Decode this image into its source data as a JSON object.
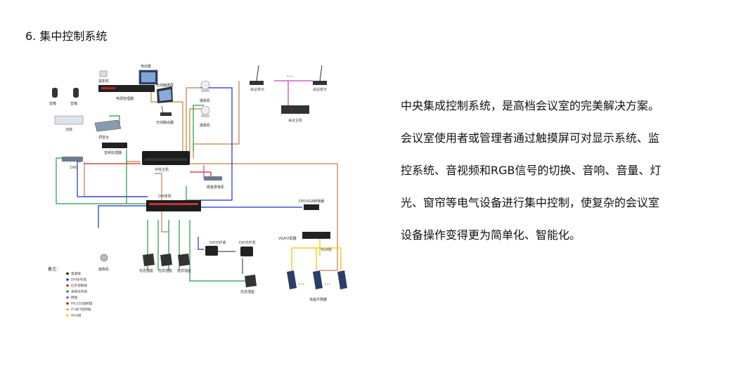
{
  "heading": "6. 集中控制系统",
  "description": [
    "中央集成控制系统，是高档会议室的完美解决方案。",
    "会议室使用者或管理者通过触摸屏可对显示系统、监",
    "控系统、音视频和RGB信号的切换、音响、音量、灯",
    "光、窗帘等电气设备进行集中控制，使复杂的会议室",
    "设备操作变得更为简单化、智能化。"
  ],
  "diagram": {
    "labels": {
      "projector_screen": "电动幕",
      "projector": "投影机",
      "power_manager": "电源管理器",
      "touch_panel": "无线触摸屏",
      "camera1": "摄像机",
      "camera2": "摄像机",
      "router": "无线路由器",
      "mic1": "会议单元",
      "mic2": "会议单元",
      "conference_host": "会议主机",
      "speaker1": "音箱",
      "speaker2": "音箱",
      "amplifier": "功放",
      "mixer": "调音台",
      "audio_processor": "音频处理器",
      "central_host": "中控主机",
      "dvd": "DVD",
      "recorder": "硬盘录像机",
      "dvi_matrix": "DVI矩阵",
      "dvi_vga_converter": "DVI/VGA转换器",
      "vga_splitter": "VGA分配器",
      "vga_line": "VGA线",
      "camera_bottom": "摄像机",
      "signal_box1": "信息插座",
      "signal_box2": "信息插座",
      "signal_box3": "信息插座",
      "dvi_transmitter1": "DVI光纤收",
      "dvi_transmitter2": "DVI光纤发",
      "signal_box4": "信息插座",
      "lcd_lift": "液晶升降器",
      "ellipsis": "…"
    },
    "legend": {
      "title": "备注：",
      "items": [
        {
          "color": "#111111",
          "label": "电源线"
        },
        {
          "color": "#1f2ecc",
          "label": "DVI信号线"
        },
        {
          "color": "#d42020",
          "label": "红外控制线"
        },
        {
          "color": "#1e9a4a",
          "label": "音频信号线"
        },
        {
          "color": "#c040c0",
          "label": "网线"
        },
        {
          "color": "#8a3a10",
          "label": "RS-232控制线"
        },
        {
          "color": "#e8a35a",
          "label": "IT-NET控制线"
        },
        {
          "color": "#f0d020",
          "label": "VGA线"
        }
      ]
    }
  }
}
